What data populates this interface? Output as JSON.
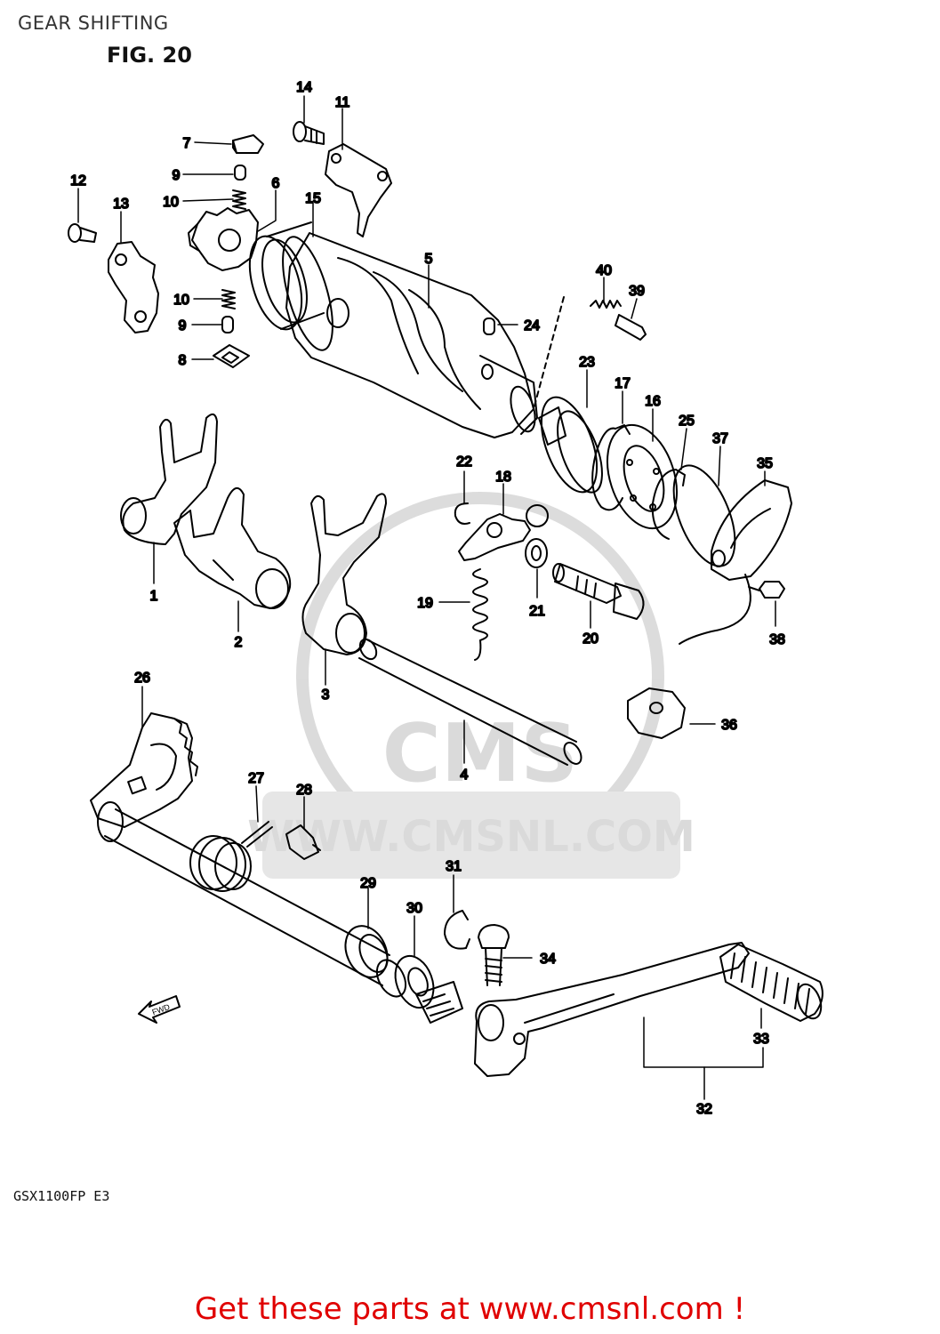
{
  "header": {
    "title": "GEAR SHIFTING",
    "figure": "FIG. 20"
  },
  "watermark": {
    "logo_text": "CMS",
    "url_text": "WWW.CMSNL.COM",
    "color": "#d6d6d6"
  },
  "fwd_label": "FWD",
  "model_code": "GSX1100FP  E3",
  "cta": {
    "text": "Get these parts at www.cmsnl.com !",
    "color": "#e00000"
  },
  "callouts": {
    "c1": "1",
    "c2": "2",
    "c3": "3",
    "c4": "4",
    "c5": "5",
    "c6": "6",
    "c7": "7",
    "c8": "8",
    "c9a": "9",
    "c9b": "9",
    "c10a": "10",
    "c10b": "10",
    "c11": "11",
    "c12": "12",
    "c13": "13",
    "c14": "14",
    "c15": "15",
    "c16": "16",
    "c17": "17",
    "c18": "18",
    "c19": "19",
    "c20": "20",
    "c21": "21",
    "c22": "22",
    "c23": "23",
    "c24": "24",
    "c25": "25",
    "c26": "26",
    "c27": "27",
    "c28": "28",
    "c29": "29",
    "c30": "30",
    "c31": "31",
    "c32": "32",
    "c33": "33",
    "c34": "34",
    "c35": "35",
    "c36": "36",
    "c37": "37",
    "c38": "38",
    "c39": "39",
    "c40": "40"
  }
}
